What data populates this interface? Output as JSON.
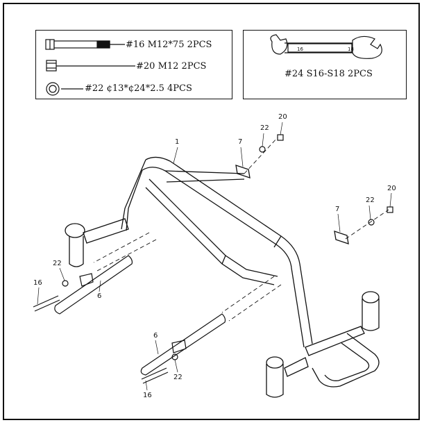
{
  "parts_list": {
    "bolt_label": "#16 M12*75 2PCS",
    "nut_label": "#20 M12  2PCS",
    "washer_label": "#22 ¢13*¢24*2.5  4PCS"
  },
  "tool_box": {
    "wrench_label": "#24 S16-S18 2PCS",
    "wrench_mark_left": "16",
    "wrench_mark_right": "18"
  },
  "callouts": {
    "frame_1": "1",
    "nut_20_top": "20",
    "washer_22_top": "22",
    "bracket_7_top": "7",
    "nut_20_right": "20",
    "washer_22_right": "22",
    "bracket_7_right": "7",
    "washer_22_left": "22",
    "bolt_16_left": "16",
    "bar_6_left": "6",
    "bar_6_bottom": "6",
    "washer_22_bottom": "22",
    "bolt_16_bottom": "16"
  }
}
